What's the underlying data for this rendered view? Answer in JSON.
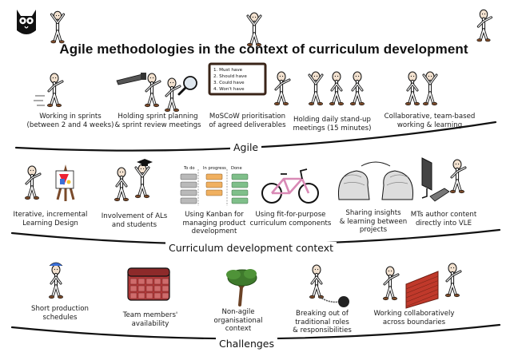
{
  "title": "Agile methodologies in the context of curriculum development",
  "sections": {
    "agile": "Agile",
    "context": "Curriculum development context",
    "challenges": "Challenges"
  },
  "agile_items": [
    {
      "caption": "Working in sprints\n(between 2 and 4 weeks)"
    },
    {
      "caption": "Holding sprint planning\n& sprint review meetings"
    },
    {
      "caption": "MoSCoW prioritisation\nof agreed deliverables"
    },
    {
      "caption": "Holding daily stand-up\nmeetings (15 minutes)"
    },
    {
      "caption": "Collaborative, team-based\nworking & learning"
    }
  ],
  "moscow_board": [
    "1. Must have",
    "2. Should have",
    "3. Could have",
    "4. Won't have"
  ],
  "context_items": [
    {
      "caption": "Iterative, incremental\nLearning Design"
    },
    {
      "caption": "Involvement of ALs\nand students"
    },
    {
      "caption": "Using Kanban for\nmanaging product\ndevelopment"
    },
    {
      "caption": "Using fit-for-purpose\ncurriculum components"
    },
    {
      "caption": "Sharing insights\n& learning between\nprojects"
    },
    {
      "caption": "MTs author content\ndirectly into VLE"
    }
  ],
  "kanban_columns": [
    "To do",
    "In progress",
    "Done"
  ],
  "challenge_items": [
    {
      "caption": "Short production\nschedules"
    },
    {
      "caption": "Team members'\navailability"
    },
    {
      "caption": "Non-agile\norganisational\ncontext"
    },
    {
      "caption": "Breaking out of\ntraditional roles\n& responsibilities"
    },
    {
      "caption": "Working collaboratively\nacross boundaries"
    }
  ],
  "colors": {
    "ink": "#111111",
    "wall_red": "#c0392b",
    "calendar_red": "#b43a3a",
    "tree_green": "#3f7a2c",
    "bike_pink": "#d98ab6",
    "kanban_green": "#7fbf8a",
    "kanban_orange": "#f0b060",
    "kanban_grey": "#b9b9b9",
    "shoe": "#7a4a2a",
    "skin": "#f2e1cf"
  },
  "icons": [
    "owl-logo-icon",
    "stick-figure-icon",
    "telescope-icon",
    "magnifying-glass-icon",
    "whiteboard-icon",
    "easel-icon",
    "graduation-cap-icon",
    "kanban-board-icon",
    "bicycle-icon",
    "brain-icon",
    "computer-monitor-icon",
    "keyboard-icon",
    "calendar-icon",
    "tree-icon",
    "ball-and-chain-icon",
    "brick-wall-icon"
  ]
}
